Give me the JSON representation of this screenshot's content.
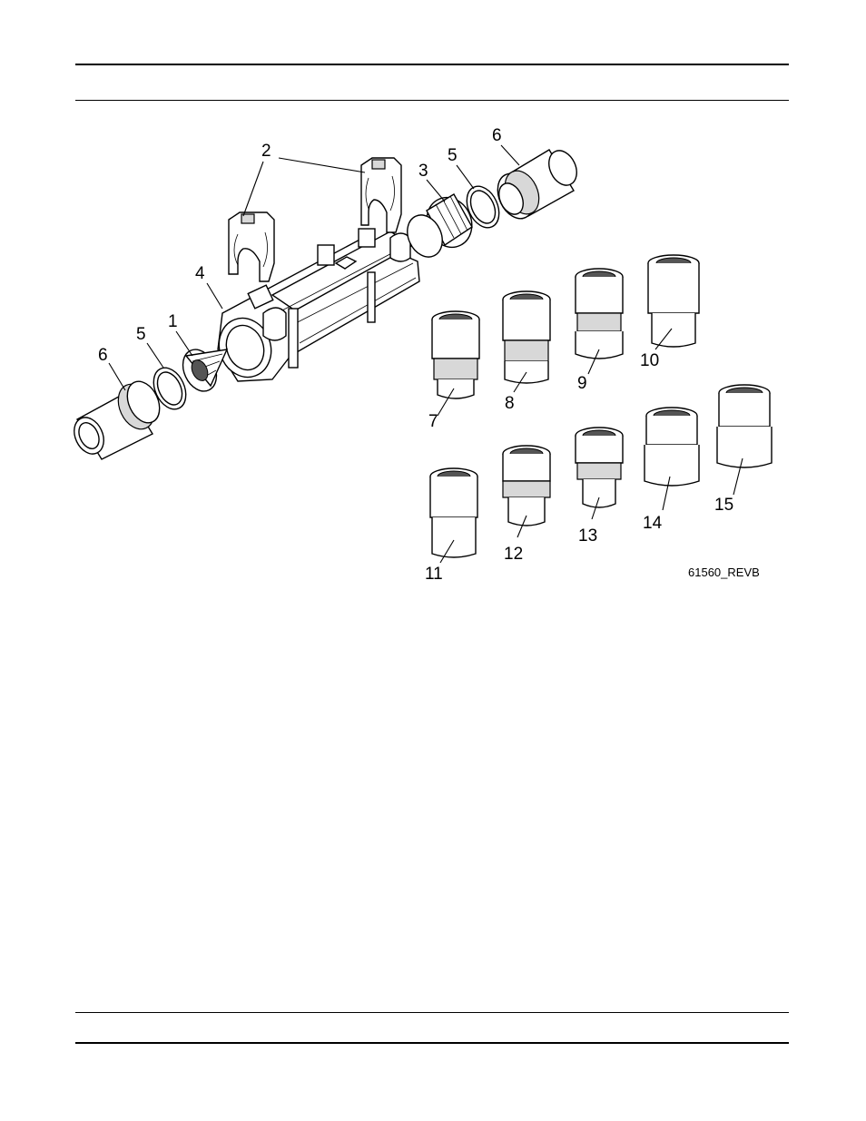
{
  "figure": {
    "reference_code": "61560_REVB",
    "callouts": {
      "c1": "1",
      "c2": "2",
      "c3": "3",
      "c4": "4",
      "c5a": "5",
      "c5b": "5",
      "c6a": "6",
      "c6b": "6",
      "c7": "7",
      "c8": "8",
      "c9": "9",
      "c10": "10",
      "c11": "11",
      "c12": "12",
      "c13": "13",
      "c14": "14",
      "c15": "15"
    }
  }
}
